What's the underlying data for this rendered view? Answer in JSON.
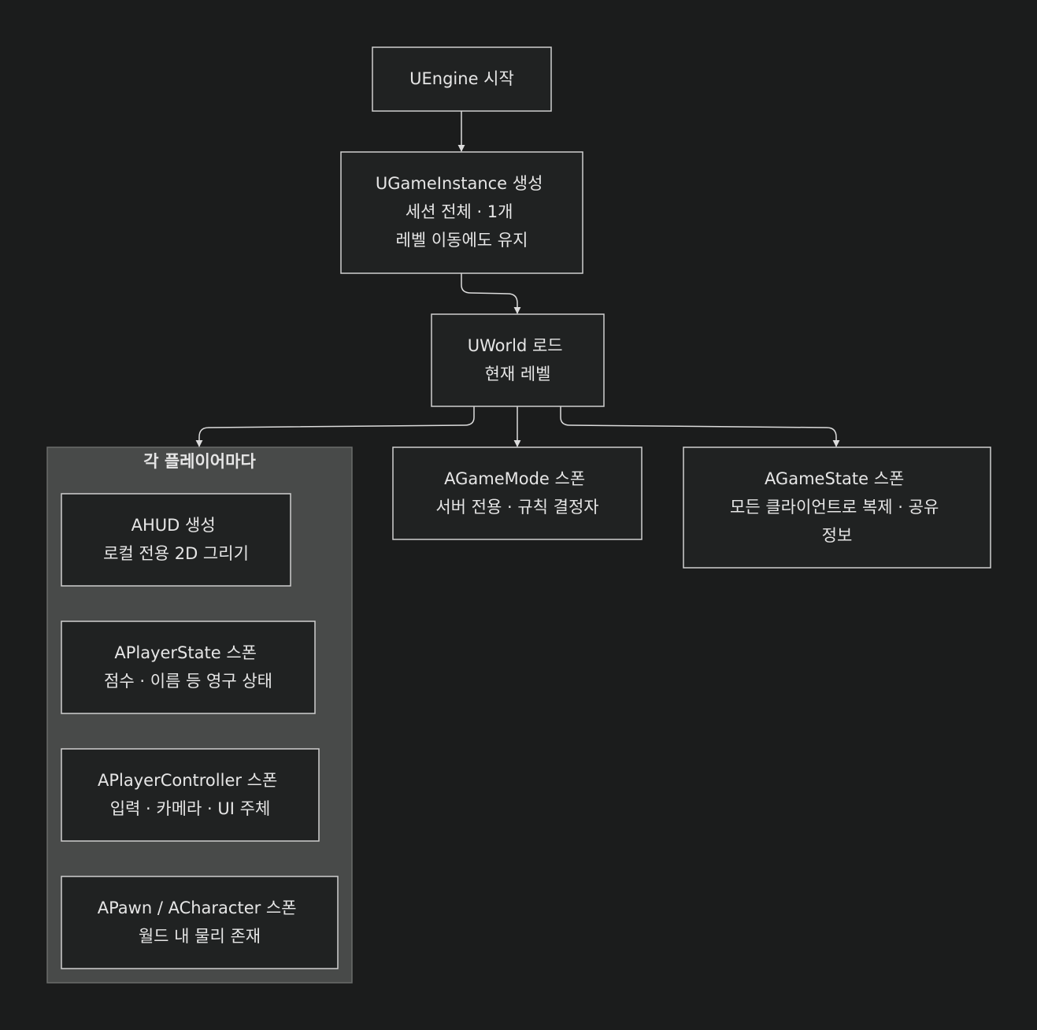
{
  "colors": {
    "background": "#1b1c1c",
    "node_fill": "#202222",
    "node_stroke": "#cfcfcf",
    "node_text": "#e6e6e6",
    "cluster_fill": "#484a49",
    "cluster_stroke": "#6a6c6b",
    "edge": "#dcdcdc"
  },
  "cluster": {
    "title": "각 플레이어마다"
  },
  "nodes": {
    "uengine": {
      "lines": [
        "UEngine 시작"
      ]
    },
    "ugameinstance": {
      "lines": [
        "UGameInstance 생성",
        "세션 전체 · 1개",
        "레벨 이동에도 유지"
      ]
    },
    "uworld": {
      "lines": [
        "UWorld 로드",
        "현재 레벨"
      ]
    },
    "agamemode": {
      "lines": [
        "AGameMode 스폰",
        "서버 전용 · 규칙 결정자"
      ]
    },
    "agamestate": {
      "lines": [
        "AGameState 스폰",
        "모든 클라이언트로 복제 · 공유",
        "정보"
      ]
    },
    "ahud": {
      "lines": [
        "AHUD 생성",
        "로컬 전용 2D 그리기"
      ]
    },
    "aplayerstate": {
      "lines": [
        "APlayerState 스폰",
        "점수 · 이름 등 영구 상태"
      ]
    },
    "aplayercontroller": {
      "lines": [
        "APlayerController 스폰",
        "입력 · 카메라 · UI 주체"
      ]
    },
    "apawn": {
      "lines": [
        "APawn / ACharacter 스폰",
        "월드 내 물리 존재"
      ]
    }
  },
  "edges": [
    {
      "from": "uengine",
      "to": "ugameinstance"
    },
    {
      "from": "ugameinstance",
      "to": "uworld"
    },
    {
      "from": "uworld",
      "to": "cluster"
    },
    {
      "from": "uworld",
      "to": "agamemode"
    },
    {
      "from": "uworld",
      "to": "agamestate"
    }
  ]
}
